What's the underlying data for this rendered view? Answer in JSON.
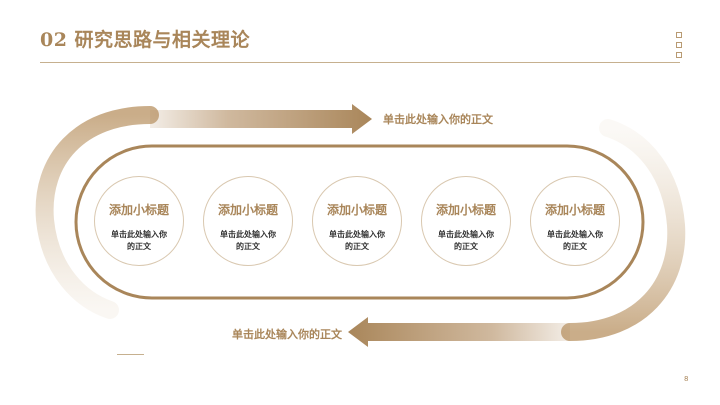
{
  "header": {
    "title": "02 研究思路与相关理论"
  },
  "flow": {
    "top_caption": "单击此处输入你的正文",
    "bottom_caption": "单击此处输入你的正文",
    "accent_color": "#a9865a",
    "items": [
      {
        "title": "添加小标题",
        "body": "单击此处输入你的正文"
      },
      {
        "title": "添加小标题",
        "body": "单击此处输入你的正文"
      },
      {
        "title": "添加小标题",
        "body": "单击此处输入你的正文"
      },
      {
        "title": "添加小标题",
        "body": "单击此处输入你的正文"
      },
      {
        "title": "添加小标题",
        "body": "单击此处输入你的正文"
      }
    ]
  },
  "footer": {
    "page_number": "8"
  }
}
